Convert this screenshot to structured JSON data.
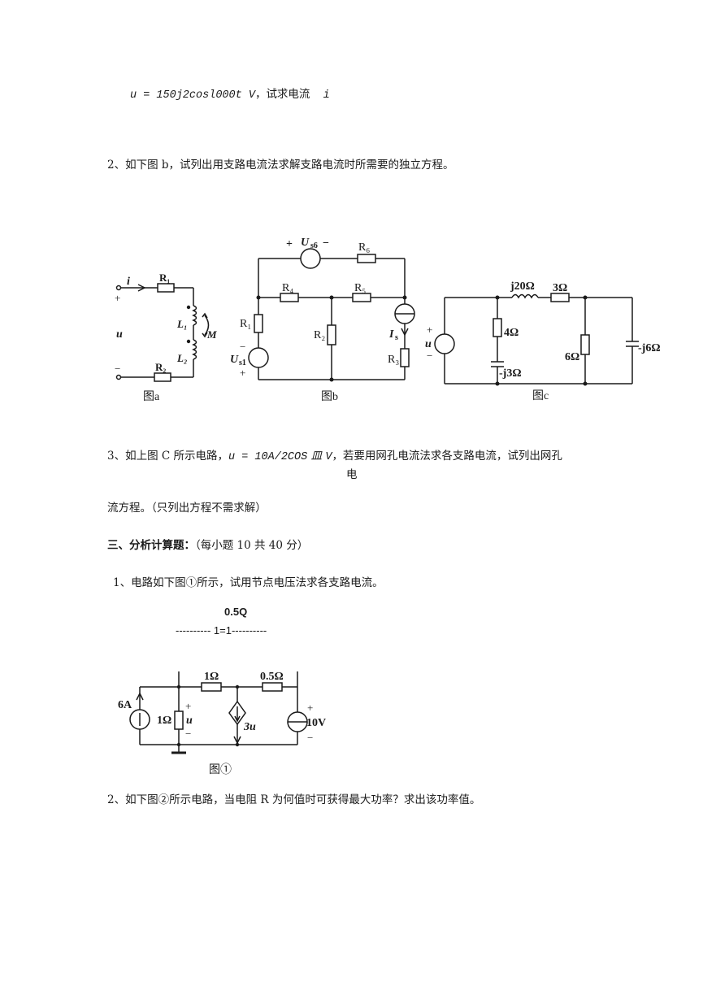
{
  "q1_tail": {
    "formula": "u = 150j2cosl000t V",
    "comma": "，",
    "ask": "试求电流",
    "var": "i"
  },
  "q2": {
    "text": "2、如下图 b，试列出用支路电流法求解支路电流时所需要的独立方程。"
  },
  "figures": {
    "a": {
      "caption": "图a",
      "i": "i",
      "plus": "+",
      "minus": "−",
      "u": "u",
      "R1": "R₁",
      "R2": "R₂",
      "L1": "L₁",
      "L2": "L₂",
      "M": "M"
    },
    "b": {
      "caption": "图b",
      "plus_us6": "+",
      "Us6": "U",
      "Us6_sub": "s6",
      "minus_us6": "−",
      "R6": "R₆",
      "R4": "R₄",
      "R5": "R₅",
      "R1": "R₁",
      "R2": "R₂",
      "R3": "R₃",
      "Is": "I",
      "Is_sub": "s",
      "Us1": "U",
      "Us1_sub": "s1",
      "minus_us1": "−",
      "plus_us1": "+"
    },
    "c": {
      "caption": "图c",
      "j20": "j20Ω",
      "r3": "3Ω",
      "r4": "4Ω",
      "mj3": "-j3Ω",
      "r6": "6Ω",
      "mj6": "-j6Ω",
      "plus": "+",
      "u": "u",
      "minus": "−"
    }
  },
  "q3": {
    "line1_a": "3、如上图 C 所示电路，",
    "line1_formula": "u = 10A/2COS",
    "line1_wt": "皿",
    "line1_v": "V",
    "line1_b": "，若要用网孔电流法求各支路电流，试列出网孔",
    "line1_wrap": "电",
    "line2": "流方程。（只列出方程不需求解）"
  },
  "section3": {
    "title": "三、分析计算题：",
    "note": "（每小题 10 共 40 分）"
  },
  "p1": {
    "text": "1、电路如下图①所示，试用节点电压法求各支路电流。"
  },
  "fig1": {
    "top_label": "0.5Q",
    "dash_line": "---------- 1=1----------",
    "src6A": "6A",
    "r1a": "1Ω",
    "plus_u": "+",
    "u": "u",
    "minus_u": "−",
    "r1b": "1Ω",
    "r05": "0.5Ω",
    "dep": "3u",
    "plus10": "+",
    "v10": "10V",
    "minus10": "−",
    "caption": "图①"
  },
  "p2": {
    "text": "2、如下图②所示电路，当电阻 R 为何值时可获得最大功率？求出该功率值。"
  }
}
